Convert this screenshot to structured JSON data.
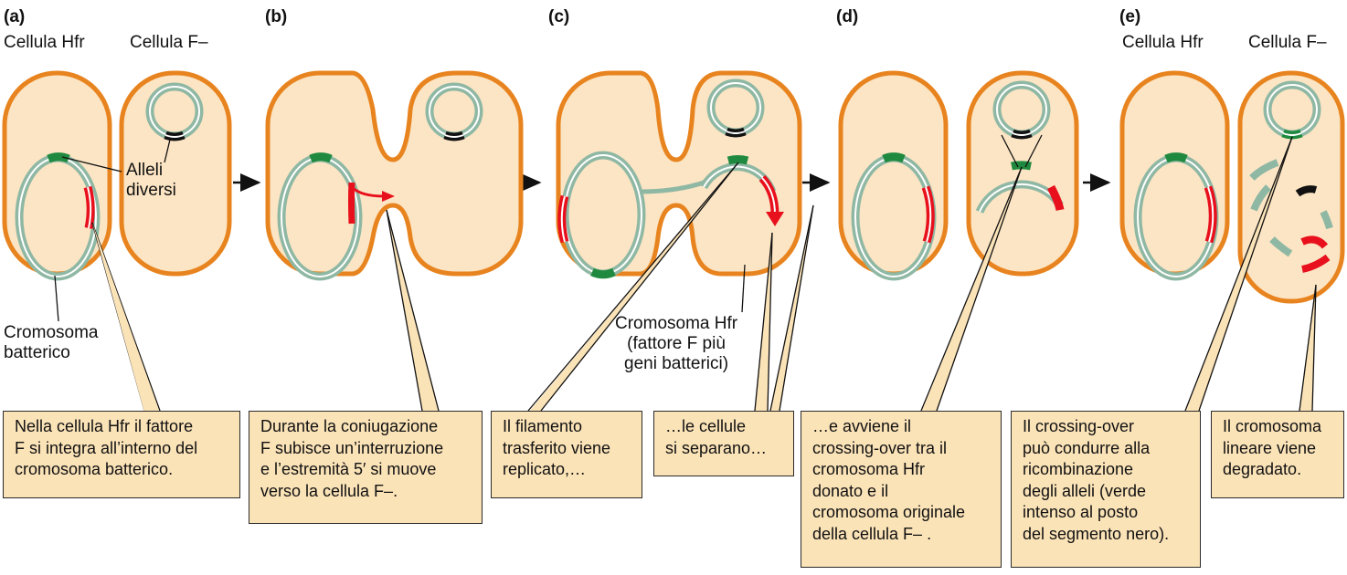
{
  "panels": [
    {
      "letter": "(a)",
      "labels": [
        "Cellula Hfr",
        "Cellula F–"
      ]
    },
    {
      "letter": "(b)"
    },
    {
      "letter": "(c)"
    },
    {
      "letter": "(d)"
    },
    {
      "letter": "(e)",
      "labels": [
        "Cellula Hfr",
        "Cellula F–"
      ]
    }
  ],
  "labels": {
    "alleles": "Alleli\ndiversi",
    "bacterial_chromosome": "Cromosoma\nbatterico",
    "hfr_chromosome": "Cromosoma Hfr\n(fattore F più\ngeni batterici)"
  },
  "notes": [
    {
      "text": "Nella cellula Hfr il fattore\nF si integra all’interno del\ncromosoma batterico."
    },
    {
      "text": "Durante la coniugazione\nF subisce un’interruzione\ne l’estremità 5′ si muove\nverso la cellula F–."
    },
    {
      "text": "Il filamento\ntrasferito viene\nreplicato,…"
    },
    {
      "text": "…le cellule\nsi separano…"
    },
    {
      "text": "…e avviene il\ncrossing-over tra il\ncromosoma Hfr\ndonato e il\ncromosoma originale\ndella cellula F– ."
    },
    {
      "text": "Il crossing-over\npuò condurre alla\nricombinazione\ndegli alleli (verde\nintenso al posto\ndel segmento nero)."
    },
    {
      "text": "Il cromosoma\nlineare viene\ndegradato."
    }
  ],
  "colors": {
    "cell_wall": "#e8841f",
    "cytoplasm": "#fce5c4",
    "chromosome": "#8fb8a4",
    "f_factor": "#e8101c",
    "allele_dark_green": "#1f8a3f",
    "allele_black": "#111111",
    "note_fill": "#fbe3b8"
  }
}
